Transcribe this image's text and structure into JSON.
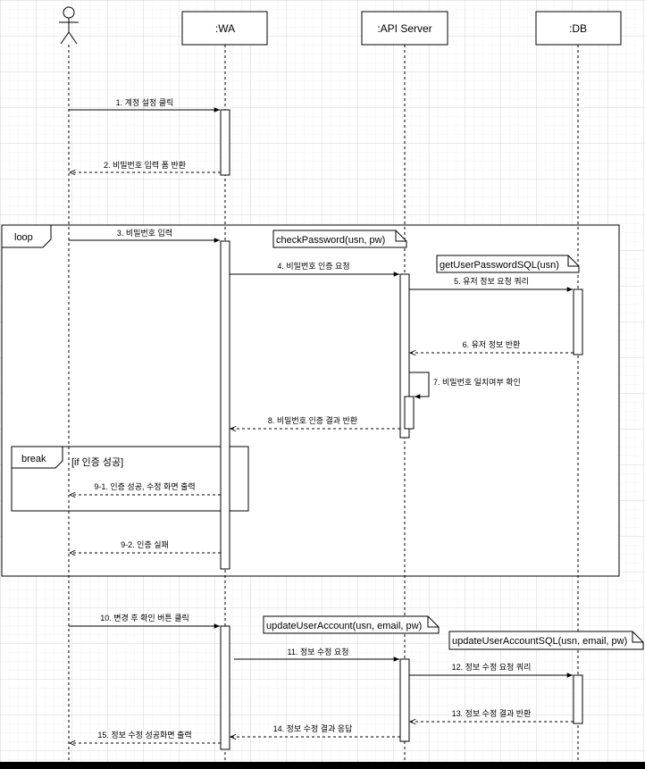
{
  "participants": [
    {
      "id": "user",
      "kind": "actor",
      "label": ""
    },
    {
      "id": "wa",
      "kind": "box",
      "label": ":WA"
    },
    {
      "id": "api",
      "kind": "box",
      "label": ":API Server"
    },
    {
      "id": "db",
      "kind": "box",
      "label": ":DB"
    }
  ],
  "fragments": {
    "loop": {
      "label": "loop"
    },
    "break": {
      "label": "break",
      "condition": "[if 인증 성공]"
    }
  },
  "notes": [
    {
      "id": "n1",
      "text": "checkPassword(usn, pw)"
    },
    {
      "id": "n2",
      "text": "getUserPasswordSQL(usn)"
    },
    {
      "id": "n3",
      "text": "updateUserAccount(usn, email, pw)"
    },
    {
      "id": "n4",
      "text": "updateUserAccountSQL(usn, email, pw)"
    }
  ],
  "messages": [
    {
      "id": "m1",
      "label": "1. 계정 설정 클릭",
      "from": "user",
      "to": "wa",
      "kind": "call"
    },
    {
      "id": "m2",
      "label": "2. 비밀번호 입력 폼 반환",
      "from": "wa",
      "to": "user",
      "kind": "return"
    },
    {
      "id": "m3",
      "label": "3. 비밀번호 입력",
      "from": "user",
      "to": "wa",
      "kind": "call"
    },
    {
      "id": "m4",
      "label": "4. 비밀번호 인증 요청",
      "from": "wa",
      "to": "api",
      "kind": "call"
    },
    {
      "id": "m5",
      "label": "5. 유저 정보 요청 쿼리",
      "from": "api",
      "to": "db",
      "kind": "call"
    },
    {
      "id": "m6",
      "label": "6. 유저 정보 반환",
      "from": "db",
      "to": "api",
      "kind": "return"
    },
    {
      "id": "m7",
      "label": "7. 비밀번호 일치여부 확인",
      "from": "api",
      "to": "api",
      "kind": "self"
    },
    {
      "id": "m8",
      "label": "8. 비밀번호 인증 결과 반환",
      "from": "api",
      "to": "wa",
      "kind": "return"
    },
    {
      "id": "m91",
      "label": "9-1. 인증 성공, 수정 화면 출력",
      "from": "wa",
      "to": "user",
      "kind": "return"
    },
    {
      "id": "m92",
      "label": "9-2. 인증 실패",
      "from": "wa",
      "to": "user",
      "kind": "return"
    },
    {
      "id": "m10",
      "label": "10. 변경 후 확인 버튼 클릭",
      "from": "user",
      "to": "wa",
      "kind": "call"
    },
    {
      "id": "m11",
      "label": "11. 정보 수정 요청",
      "from": "wa",
      "to": "api",
      "kind": "call"
    },
    {
      "id": "m12",
      "label": "12. 정보 수정 요청 쿼리",
      "from": "api",
      "to": "db",
      "kind": "call"
    },
    {
      "id": "m13",
      "label": "13. 정보 수정 결과 반환",
      "from": "db",
      "to": "api",
      "kind": "return"
    },
    {
      "id": "m14",
      "label": "14. 정보 수정 결과 응답",
      "from": "api",
      "to": "wa",
      "kind": "return"
    },
    {
      "id": "m15",
      "label": "15. 정보 수정 성공화면 출력",
      "from": "wa",
      "to": "user",
      "kind": "return"
    }
  ]
}
